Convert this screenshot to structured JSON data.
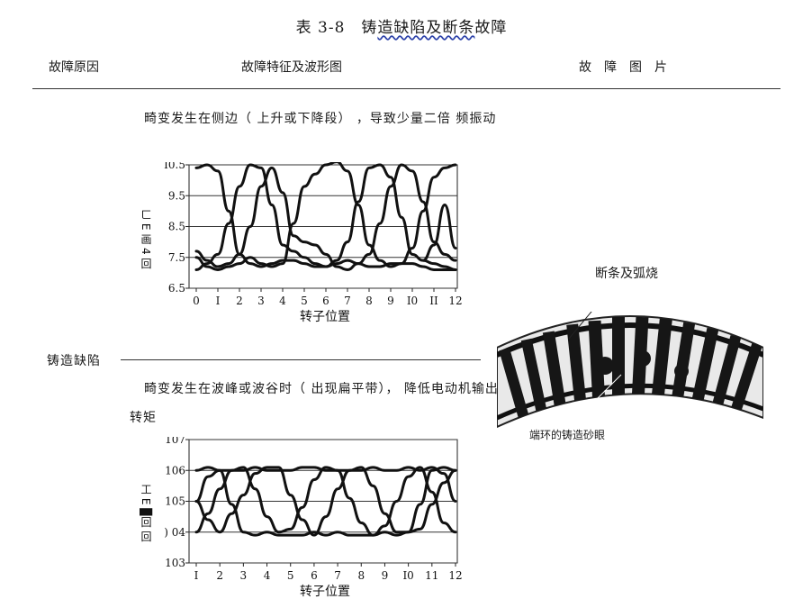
{
  "page": {
    "title_prefix": "表 3-8　铸",
    "title_underlined": "造缺陷及断条",
    "title_suffix": "故障"
  },
  "table_header": {
    "fault_cause": "故障原因",
    "fault_features": "故障特征及波形图",
    "fault_images": "故障图片"
  },
  "row": {
    "cause": "铸造缺陷",
    "desc_1": "畸变发生在侧边（ 上升或下降段） ，导致少量二倍 频振动",
    "desc_2": "畸变发生在波峰或波谷时（ 出现扁平带）， 降低电动机输出转矩",
    "photo_label_top": "断条及弧烧",
    "photo_label_bottom": "端环的铸造砂眼"
  },
  "chart_data": [
    {
      "type": "line",
      "x": [
        0,
        1,
        2,
        3,
        4,
        5,
        6,
        7,
        8,
        9,
        10,
        11,
        12
      ],
      "xticklabels": [
        "0",
        "I",
        "2",
        "3",
        "4",
        "5",
        "6",
        "7",
        "8",
        "9",
        "I0",
        "II",
        "12"
      ],
      "ylim": [
        6.5,
        10.5
      ],
      "yticks": [
        6.5,
        7.5,
        8.5,
        9.5,
        10.5
      ],
      "yticklabels": [
        "6.5",
        "7.5",
        "8.5",
        "9.5",
        "I0.5"
      ],
      "ylabel": "ㄈ E 画 4 回",
      "xlabel": "转子位置",
      "grid": true,
      "series": [
        {
          "x": [
            0,
            0.5,
            1,
            1.5,
            2,
            2.5,
            3,
            3.5,
            4,
            4.5,
            5,
            5.5,
            6,
            6.5,
            7,
            7.5,
            8,
            8.5,
            9,
            9.5,
            10,
            10.5,
            11,
            11.5,
            12
          ],
          "values": [
            10.4,
            10.5,
            10.3,
            9.0,
            7.6,
            7.3,
            7.2,
            7.3,
            7.4,
            7.4,
            7.3,
            7.2,
            7.2,
            7.3,
            7.4,
            7.3,
            7.2,
            7.2,
            7.3,
            7.3,
            7.3,
            7.2,
            7.1,
            7.1,
            7.1
          ]
        },
        {
          "x": [
            0,
            0.5,
            1,
            1.5,
            2,
            2.5,
            3,
            3.5,
            4,
            4.5,
            5,
            5.5,
            6,
            6.5,
            7,
            7.5,
            8,
            8.5,
            9,
            9.5,
            10,
            10.5,
            11,
            11.5,
            12
          ],
          "values": [
            7.1,
            7.3,
            7.6,
            8.6,
            9.8,
            10.5,
            10.4,
            9.2,
            7.9,
            7.7,
            7.5,
            7.3,
            7.2,
            7.4,
            8.0,
            9.3,
            10.4,
            10.5,
            10.1,
            8.8,
            7.6,
            7.4,
            7.3,
            7.2,
            7.1
          ]
        },
        {
          "x": [
            0,
            0.5,
            1,
            1.5,
            2,
            2.5,
            3,
            3.5,
            4,
            4.5,
            5,
            5.5,
            6,
            6.5,
            7,
            7.5,
            8,
            8.5,
            9,
            9.5,
            10,
            10.5,
            11,
            11.5,
            12
          ],
          "values": [
            7.7,
            7.4,
            7.2,
            7.3,
            7.6,
            8.5,
            9.8,
            10.4,
            9.6,
            8.2,
            8.0,
            7.9,
            7.6,
            7.2,
            7.1,
            7.3,
            7.6,
            8.6,
            9.8,
            10.5,
            10.3,
            9.3,
            8.0,
            7.6,
            7.4
          ]
        },
        {
          "x": [
            0,
            0.5,
            1,
            1.5,
            2,
            2.5,
            3,
            3.5,
            4,
            4.5,
            5,
            5.5,
            6,
            6.5,
            7,
            7.5,
            8,
            8.5,
            9,
            9.5,
            10,
            10.5,
            11,
            11.5,
            12
          ],
          "values": [
            7.5,
            7.2,
            7.1,
            7.2,
            7.3,
            7.5,
            7.3,
            7.2,
            7.3,
            8.6,
            9.8,
            10.2,
            10.5,
            10.6,
            10.3,
            9.2,
            7.9,
            7.4,
            7.2,
            7.3,
            7.8,
            9.0,
            10.1,
            10.4,
            10.5
          ]
        },
        {
          "x": [
            10.5,
            11,
            11.5,
            12
          ],
          "values": [
            7.4,
            7.9,
            9.2,
            7.8
          ]
        }
      ]
    },
    {
      "type": "line",
      "x": [
        1,
        2,
        3,
        4,
        5,
        6,
        7,
        8,
        9,
        10,
        11,
        12
      ],
      "xticklabels": [
        "I",
        "2",
        "3",
        "4",
        "5",
        "6",
        "7",
        "8",
        "9",
        "I0",
        "11",
        "12"
      ],
      "ylim": [
        103,
        107
      ],
      "yticks": [
        103,
        104,
        105,
        106,
        107
      ],
      "yticklabels": [
        "103",
        ") 04",
        "105",
        "106",
        "107"
      ],
      "ylabel": "工 E ▉回 回",
      "xlabel": "转子位置",
      "grid": true,
      "series": [
        {
          "x": [
            1,
            1.5,
            2,
            2.5,
            3,
            3.5,
            4,
            4.5,
            5,
            5.5,
            6,
            6.5,
            7,
            7.5,
            8,
            8.5,
            9,
            9.5,
            10,
            10.5,
            11,
            11.5,
            12
          ],
          "values": [
            106.0,
            106.1,
            106.0,
            104.9,
            104.0,
            103.9,
            104.0,
            103.9,
            103.9,
            103.9,
            104.0,
            103.9,
            104.0,
            103.9,
            103.9,
            103.9,
            104.0,
            103.9,
            104.0,
            104.9,
            106.0,
            106.1,
            106.0
          ]
        },
        {
          "x": [
            1,
            1.5,
            2,
            2.5,
            3,
            3.5,
            4,
            4.5,
            5,
            5.5,
            6,
            6.5,
            7,
            7.5,
            8,
            8.5,
            9,
            9.5,
            10,
            10.5,
            11,
            11.5,
            12
          ],
          "values": [
            105.0,
            104.4,
            104.0,
            104.6,
            105.2,
            105.9,
            106.1,
            106.1,
            105.2,
            104.4,
            103.9,
            104.5,
            105.4,
            106.0,
            106.1,
            105.5,
            104.6,
            104.0,
            104.0,
            104.1,
            104.9,
            105.6,
            106.0
          ]
        },
        {
          "x": [
            1,
            1.5,
            2,
            2.5,
            3,
            3.5,
            4,
            4.5,
            5,
            5.5,
            6,
            6.5,
            7,
            7.5,
            8,
            8.5,
            9,
            9.5,
            10,
            10.5,
            11,
            11.5,
            12
          ],
          "values": [
            104.0,
            104.6,
            105.4,
            106.0,
            106.1,
            105.4,
            104.5,
            104.0,
            104.1,
            104.8,
            105.7,
            106.1,
            106.0,
            105.1,
            104.3,
            103.9,
            104.2,
            105.0,
            105.8,
            106.1,
            105.3,
            104.3,
            104.0
          ]
        },
        {
          "x": [
            1,
            1.5,
            2,
            2.5,
            3,
            3.5,
            4,
            4.5,
            5,
            5.5,
            6,
            6.5,
            7,
            7.5,
            8,
            8.5,
            9,
            9.5,
            10,
            10.5,
            11,
            11.5,
            12
          ],
          "values": [
            105.0,
            105.8,
            106.0,
            106.0,
            106.0,
            106.1,
            106.0,
            106.0,
            106.0,
            106.1,
            106.1,
            106.0,
            106.0,
            106.0,
            106.0,
            106.1,
            106.0,
            106.0,
            106.1,
            106.0,
            106.1,
            105.9,
            105.0
          ]
        }
      ]
    }
  ]
}
